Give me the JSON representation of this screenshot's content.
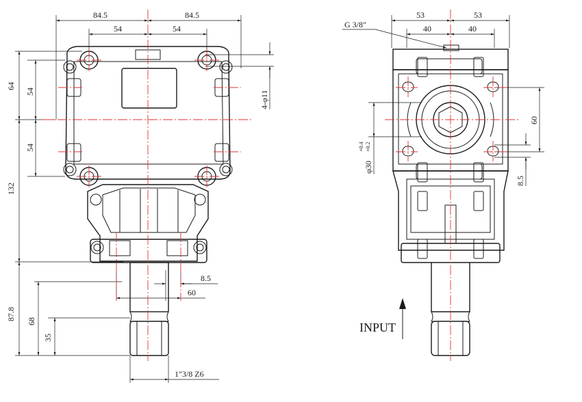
{
  "front_view": {
    "dim_top_left": "84.5",
    "dim_top_right": "84.5",
    "dim_inner_left": "54",
    "dim_inner_right": "54",
    "dim_left_64": "64",
    "dim_left_54_top": "54",
    "dim_left_54_bottom": "54",
    "dim_left_132": "132",
    "dim_hole": "4-φ11",
    "dim_8_5": "8.5",
    "dim_60": "60",
    "dim_87_8": "87.8",
    "dim_68": "68",
    "dim_35": "35",
    "dim_spline": "1\"3/8 Z6"
  },
  "side_view": {
    "dim_top_left": "53",
    "dim_top_right": "53",
    "dim_inner_left": "40",
    "dim_inner_right": "40",
    "thread_label": "G 3/8\"",
    "bore_label": "φ30",
    "bore_tol_upper": "+0.4",
    "bore_tol_lower": "+0.2",
    "dim_60": "60",
    "dim_8_5": "8.5",
    "input_label": "INPUT"
  }
}
